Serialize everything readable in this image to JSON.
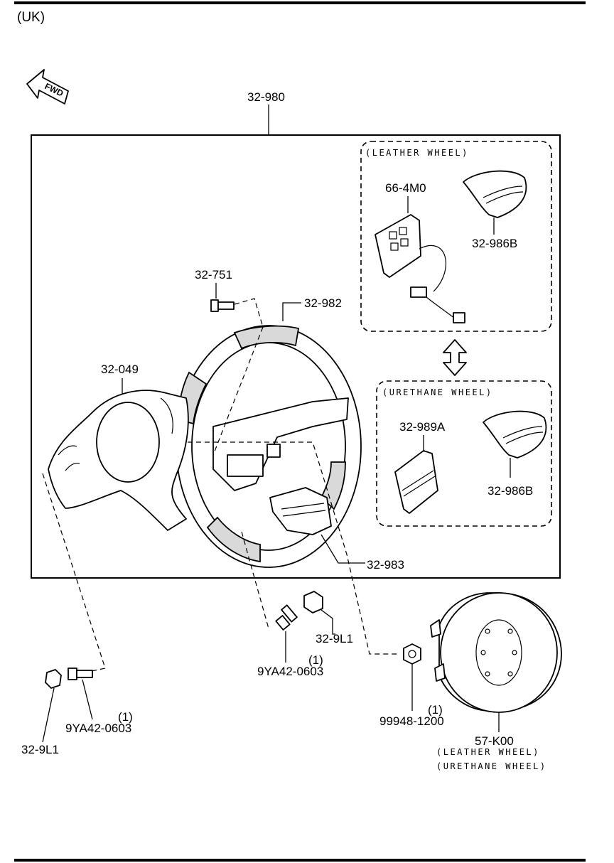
{
  "region": "(UK)",
  "direction": {
    "text": "FWD",
    "icon": "forward-arrow-icon"
  },
  "parts": {
    "assembly": "32-980",
    "screw": "32-751",
    "wheel": "32-982",
    "cover": "32-049",
    "lower_cover": "32-983",
    "switch": "66-4M0",
    "leather_trim": "32-986B",
    "urethane_insert": "32-989A",
    "urethane_trim": "32-986B",
    "nut_left": "32-9L1",
    "bolt_left": "9YA42-0603",
    "bolt_left_qty": "(1)",
    "nut_center": "32-9L1",
    "bolt_center": "9YA42-0603",
    "bolt_center_qty": "(1)",
    "nut_right": "99948-1200",
    "nut_right_qty": "(1)",
    "airbag": "57-K00"
  },
  "groups": {
    "leather": "(LEATHER WHEEL)",
    "urethane": "(URETHANE WHEEL)"
  },
  "airbag_variants": [
    "(LEATHER WHEEL)",
    "(URETHANE WHEEL)"
  ],
  "colors": {
    "line": "#000000",
    "background": "#ffffff",
    "fill_shade": "#d9d9d9"
  }
}
